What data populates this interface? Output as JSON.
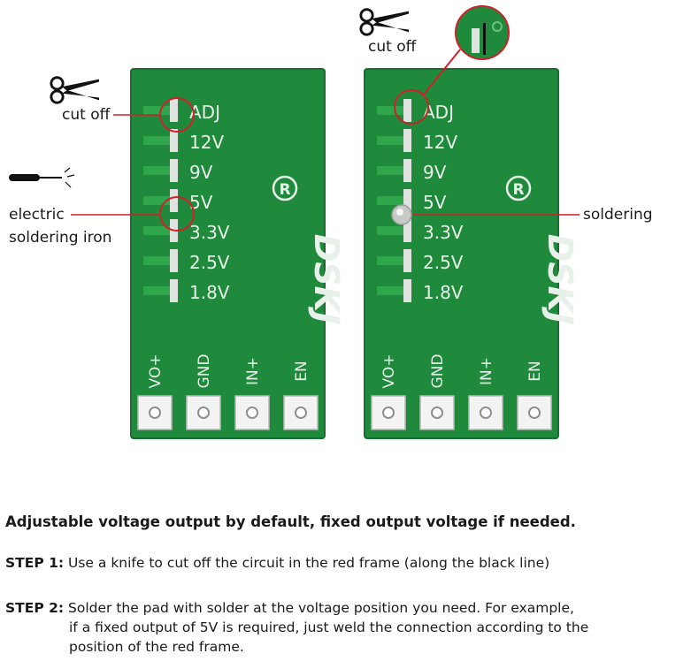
{
  "colors": {
    "pcb_green": "#1f8a3b",
    "pcb_light": "#2fa54c",
    "silk": "#e8f0ea",
    "pad": "#dfe3e0",
    "frame": "#d0202a",
    "text": "#1a1a1a"
  },
  "labels": {
    "cut_off_left": "cut off",
    "cut_off_right": "cut off",
    "iron_line1": "electric",
    "iron_line2": "soldering iron",
    "soldering": "soldering"
  },
  "board": {
    "voltages": [
      "ADJ",
      "12V",
      "9V",
      "5V",
      "3.3V",
      "2.5V",
      "1.8V"
    ],
    "pins": [
      "VO+",
      "GND",
      "IN+",
      "EN"
    ],
    "logo": "DSKJ",
    "registered": "R"
  },
  "icons": [
    "scissors-icon",
    "soldering-iron-icon"
  ],
  "instructions": {
    "headline": "Adjustable voltage output by default, fixed output voltage if needed.",
    "step1_label": "STEP 1:",
    "step1_text": "Use a knife to cut off the circuit in the red frame (along the black line)",
    "step2_label": "STEP 2:",
    "step2_line1": "Solder the pad with solder at the voltage position you need. For example,",
    "step2_line2": "if a fixed output of 5V is required, just weld the connection according to the",
    "step2_line3": "position of the red frame."
  }
}
